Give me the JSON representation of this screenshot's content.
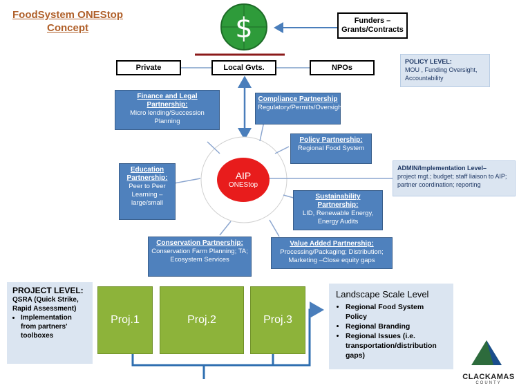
{
  "title": {
    "line1": "FoodSystem ONEStop",
    "line2": "Concept"
  },
  "top": {
    "funders": {
      "line1": "Funders –",
      "line2": "Grants/Contracts"
    },
    "private": "Private",
    "local_gvts": "Local Gvts.",
    "npos": "NPOs"
  },
  "policy_level": {
    "title": "POLICY LEVEL:",
    "body": "MOU , Funding Oversight, Accountability"
  },
  "center": {
    "line1": "AIP",
    "line2": "ONEStop"
  },
  "admin_level": {
    "title": "ADMIN/Implementation Level–",
    "body": "project mgt.; budget;  staff liaison to AIP;  partner coordination; reporting"
  },
  "partnerships": {
    "finance": {
      "title": "Finance and Legal Partnership:",
      "body": "Micro lending/Succession Planning"
    },
    "compliance": {
      "title": "Compliance Partnership",
      "body": "Regulatory/Permits/Oversight/Admin"
    },
    "policy": {
      "title": "Policy Partnership:",
      "body": "Regional Food System"
    },
    "education": {
      "title": "Education Partnership:",
      "body": "Peer to Peer Learning – large/small"
    },
    "sustainability": {
      "title": "Sustainability Partnership:",
      "body": "LID, Renewable Energy, Energy Audits"
    },
    "conservation": {
      "title": "Conservation Partnership:",
      "body": "Conservation Farm Planning; TA; Ecosystem Services"
    },
    "value_added": {
      "title": "Value Added Partnership:",
      "body": "Processing/Packaging; Distribution; Marketing –Close equity gaps"
    }
  },
  "project_level": {
    "title": "PROJECT LEVEL:",
    "line1": "QSRA  (Quick Strike, Rapid Assessment)",
    "bullet": "Implementation from partners' toolboxes"
  },
  "projects": [
    "Proj.1",
    "Proj.2",
    "Proj.3"
  ],
  "landscape": {
    "title": "Landscape Scale Level",
    "items": [
      "Regional Food System Policy",
      "Regional Branding",
      "Regional Issues (i.e. transportation/distribution gaps)"
    ]
  },
  "logo": {
    "text": "CLACKAMAS",
    "sub": "COUNTY"
  },
  "colors": {
    "partner_blue": "#4f81bd",
    "aip_red": "#e81c1c",
    "proj_green": "#8db33a",
    "dollar_green": "#2e9b3a",
    "title_orange": "#b0602a"
  },
  "icons": [
    "dollar-icon",
    "clackamas-logo-icon"
  ]
}
